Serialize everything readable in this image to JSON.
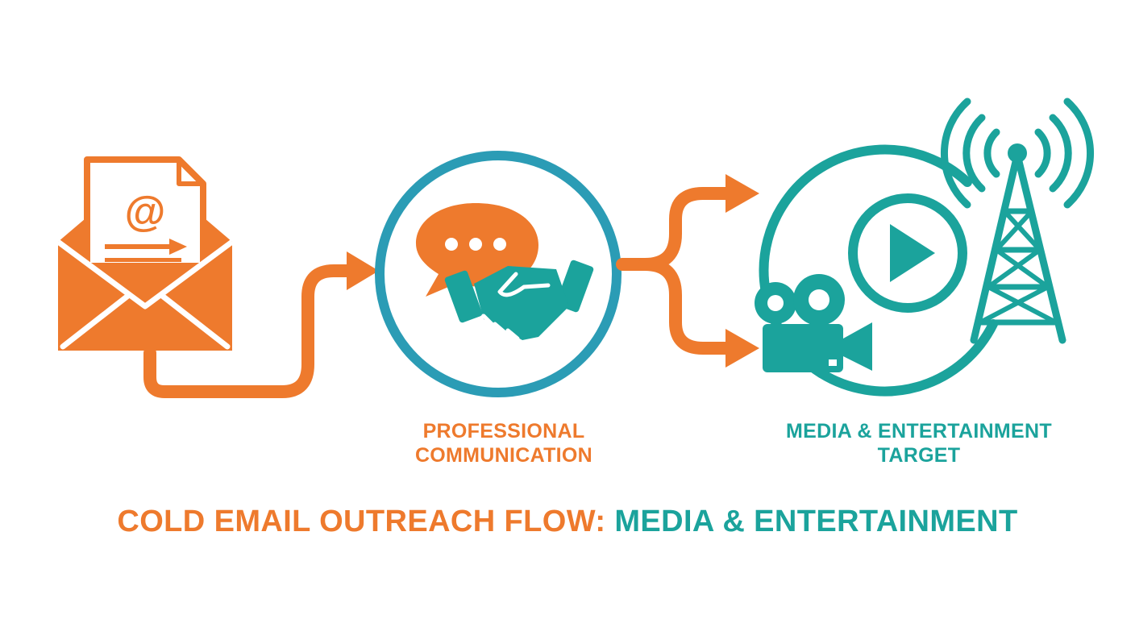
{
  "colors": {
    "orange": "#EE7A2D",
    "teal": "#1BA39C",
    "blue_teal": "#2B9CB5",
    "background": "#FFFFFF"
  },
  "nodes": [
    {
      "id": "email",
      "icon": "email-envelope-icon",
      "color": "orange"
    },
    {
      "id": "communication",
      "icon": "handshake-chat-icon",
      "color": "blue_teal",
      "label_lines": [
        "PROFESSIONAL",
        "COMMUNICATION"
      ]
    },
    {
      "id": "media",
      "icon": "media-broadcast-icon",
      "color": "teal",
      "label_lines": [
        "MEDIA & ENTERTAINMENT",
        "TARGET"
      ]
    }
  ],
  "email_icon": {
    "symbol": "@"
  },
  "title": {
    "part1": "COLD EMAIL OUTREACH FLOW: ",
    "part2": "MEDIA & ENTERTAINMENT"
  }
}
